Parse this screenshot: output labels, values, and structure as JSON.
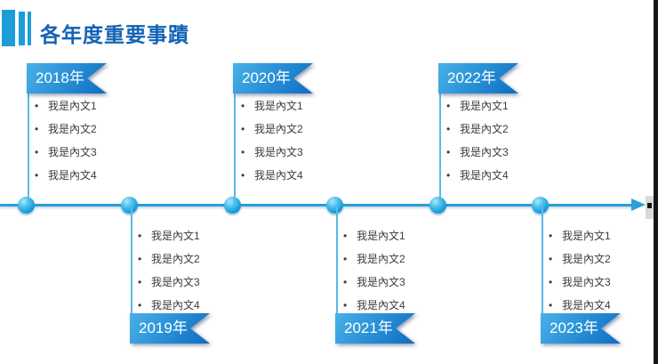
{
  "header": {
    "title": "各年度重要事蹟"
  },
  "colors": {
    "accent_blue": "#1d9cd9",
    "title_blue": "#1263b5",
    "timeline_blue": "#2b9fd8",
    "flag_gradient_start": "#4ab0e8",
    "flag_gradient_end": "#0e6dc0",
    "body_text": "#3c3c3c"
  },
  "timeline": {
    "milestones": [
      {
        "year": "2018年",
        "side": "top",
        "items": [
          "我是內文1",
          "我是內文2",
          "我是內文3",
          "我是內文4"
        ]
      },
      {
        "year": "2019年",
        "side": "bottom",
        "items": [
          "我是內文1",
          "我是內文2",
          "我是內文3",
          "我是內文4"
        ]
      },
      {
        "year": "2020年",
        "side": "top",
        "items": [
          "我是內文1",
          "我是內文2",
          "我是內文3",
          "我是內文4"
        ]
      },
      {
        "year": "2021年",
        "side": "bottom",
        "items": [
          "我是內文1",
          "我是內文2",
          "我是內文3",
          "我是內文4"
        ]
      },
      {
        "year": "2022年",
        "side": "top",
        "items": [
          "我是內文1",
          "我是內文2",
          "我是內文3",
          "我是內文4"
        ]
      },
      {
        "year": "2023年",
        "side": "bottom",
        "items": [
          "我是內文1",
          "我是內文2",
          "我是內文3",
          "我是內文4"
        ]
      }
    ]
  }
}
